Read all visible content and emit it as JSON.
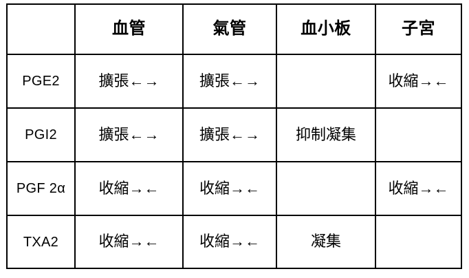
{
  "document": {
    "type": "table",
    "title": "",
    "background_color": "#ffffff",
    "text_color": "#000000",
    "border_color": "#000000"
  },
  "table": {
    "corner_label": "",
    "column_headers": [
      "血管",
      "氣管",
      "血小板",
      "子宮"
    ],
    "row_labels": [
      "PGE2",
      "PGI2",
      "PGF 2α",
      "TXA2"
    ],
    "rows": [
      {
        "label": "PGE2",
        "cells": [
          "擴張←→",
          "擴張←→",
          "",
          "收縮→←"
        ]
      },
      {
        "label": "PGI2",
        "cells": [
          "擴張←→",
          "擴張←→",
          "抑制凝集",
          ""
        ]
      },
      {
        "label": "PGF 2α",
        "cells": [
          "收縮→←",
          "收縮→←",
          "",
          "收縮→←"
        ]
      },
      {
        "label": "TXA2",
        "cells": [
          "收縮→←",
          "收縮→←",
          "凝集",
          ""
        ]
      }
    ]
  }
}
